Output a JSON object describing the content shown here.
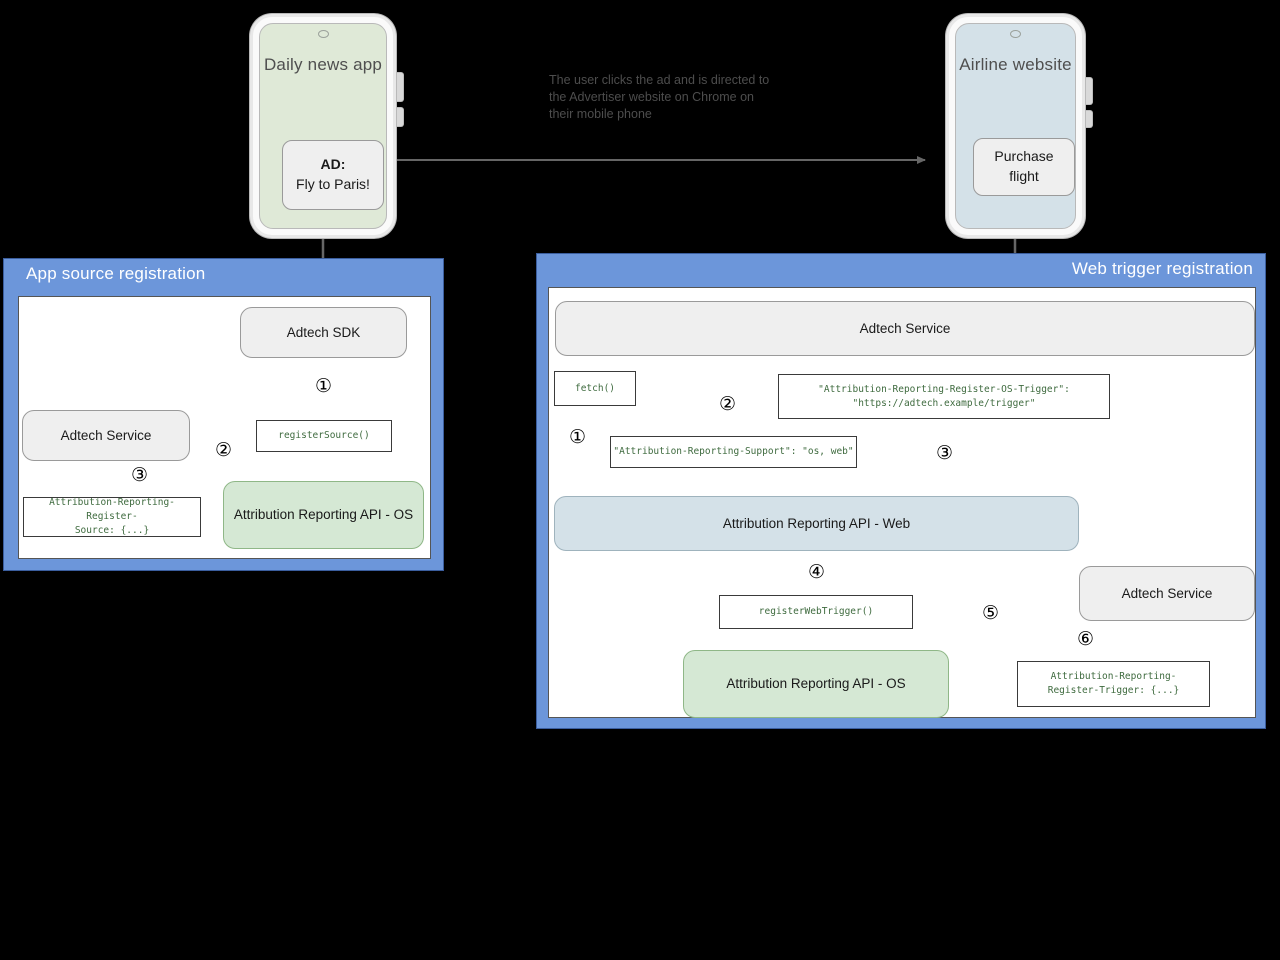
{
  "diagram": {
    "title": "Attribution Reporting: app source registration and web trigger registration",
    "colors": {
      "panel_header": "#6C96DA",
      "panel_border": "#3B5E9E",
      "node_grey": "#EFEFEF",
      "node_green": "#D5E8D4",
      "node_bluegrey": "#D4E1E8",
      "phone_green_screen": "#DFE9D7",
      "phone_blue_screen": "#D4E1E8",
      "code_text": "#3F6B3F",
      "arrow": "#666666"
    }
  },
  "phones": {
    "left": {
      "title": "Daily news\napp",
      "ad": {
        "headline": "AD:",
        "body": "Fly to Paris!"
      }
    },
    "right": {
      "title": "Airline\nwebsite",
      "cta": "Purchase\nflight"
    }
  },
  "annotation": {
    "click_flow": "The user clicks the ad and is directed to\nthe Advertiser website on Chrome on\ntheir mobile phone"
  },
  "left_panel": {
    "title": "App source registration",
    "nodes": {
      "adtech_sdk": "Adtech SDK",
      "adtech_service": "Adtech Service",
      "ar_api_os": "Attribution Reporting API - OS"
    },
    "code": {
      "register_source": "registerSource()",
      "register_source_header": "Attribution-Reporting-Register-\nSource: {...}"
    },
    "steps": [
      "①",
      "②",
      "③"
    ]
  },
  "right_panel": {
    "title": "Web trigger registration",
    "nodes": {
      "adtech_service_top": "Adtech Service",
      "ar_api_web": "Attribution Reporting API - Web",
      "ar_api_os": "Attribution Reporting API - OS",
      "adtech_service_bottom": "Adtech Service"
    },
    "code": {
      "fetch": "fetch()",
      "support_header": "\"Attribution-Reporting-Support\": \"os, web\"",
      "os_trigger_header": "\"Attribution-Reporting-Register-OS-Trigger\":\n    \"https://adtech.example/trigger\"",
      "register_web_trigger": "registerWebTrigger()",
      "register_trigger_header": "Attribution-Reporting-\nRegister-Trigger: {...}"
    },
    "steps": [
      "①",
      "②",
      "③",
      "④",
      "⑤",
      "⑥"
    ]
  }
}
